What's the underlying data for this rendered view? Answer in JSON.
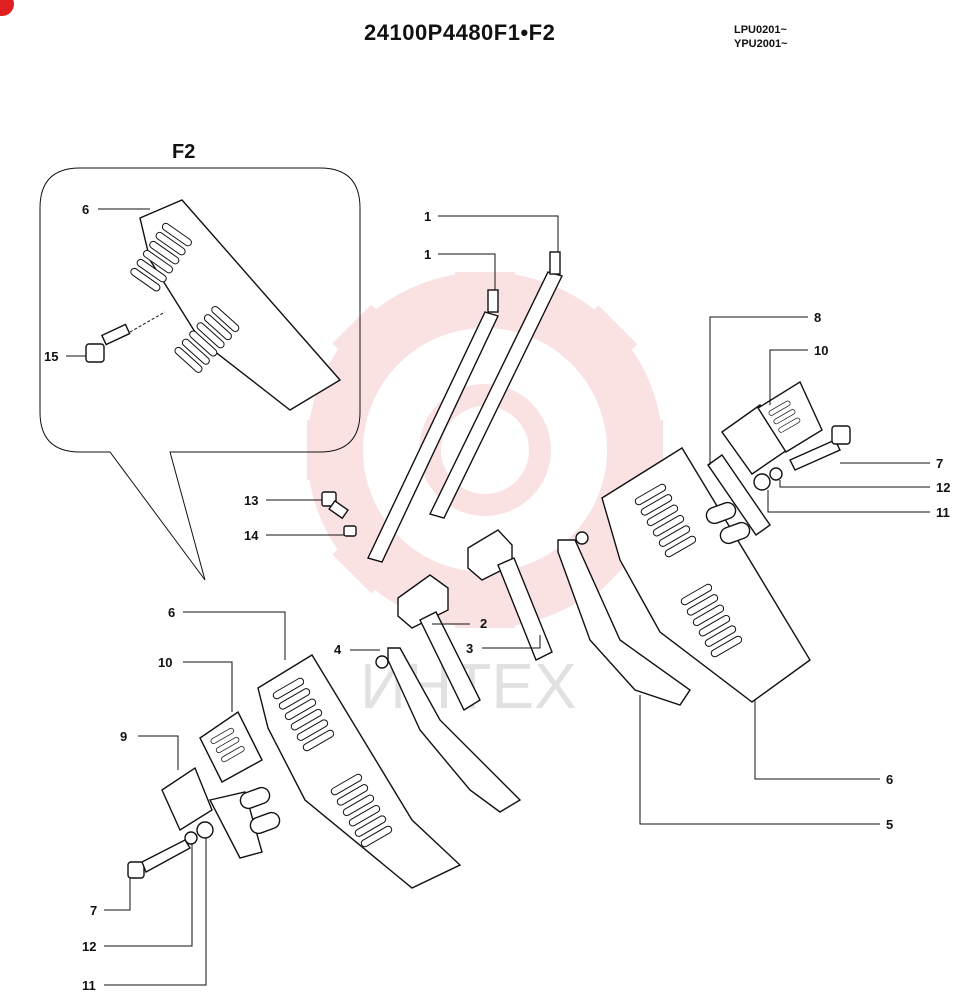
{
  "header": {
    "part_number": "24100P4480F1•F2",
    "serial_ranges": [
      "LPU0201~",
      "YPU2001~"
    ]
  },
  "inset": {
    "title": "F2"
  },
  "watermark": {
    "text": "ИНТЕХ",
    "color": "#e83a3a"
  },
  "callouts": {
    "c1a": "1",
    "c1b": "1",
    "c2": "2",
    "c3": "3",
    "c4": "4",
    "c5": "5",
    "c6_inset": "6",
    "c6_left": "6",
    "c6_right": "6",
    "c7_right": "7",
    "c7_left": "7",
    "c8": "8",
    "c9": "9",
    "c10_right": "10",
    "c10_left": "10",
    "c11_right": "11",
    "c11_left": "11",
    "c12_right": "12",
    "c12_left": "12",
    "c13": "13",
    "c14": "14",
    "c15": "15"
  }
}
